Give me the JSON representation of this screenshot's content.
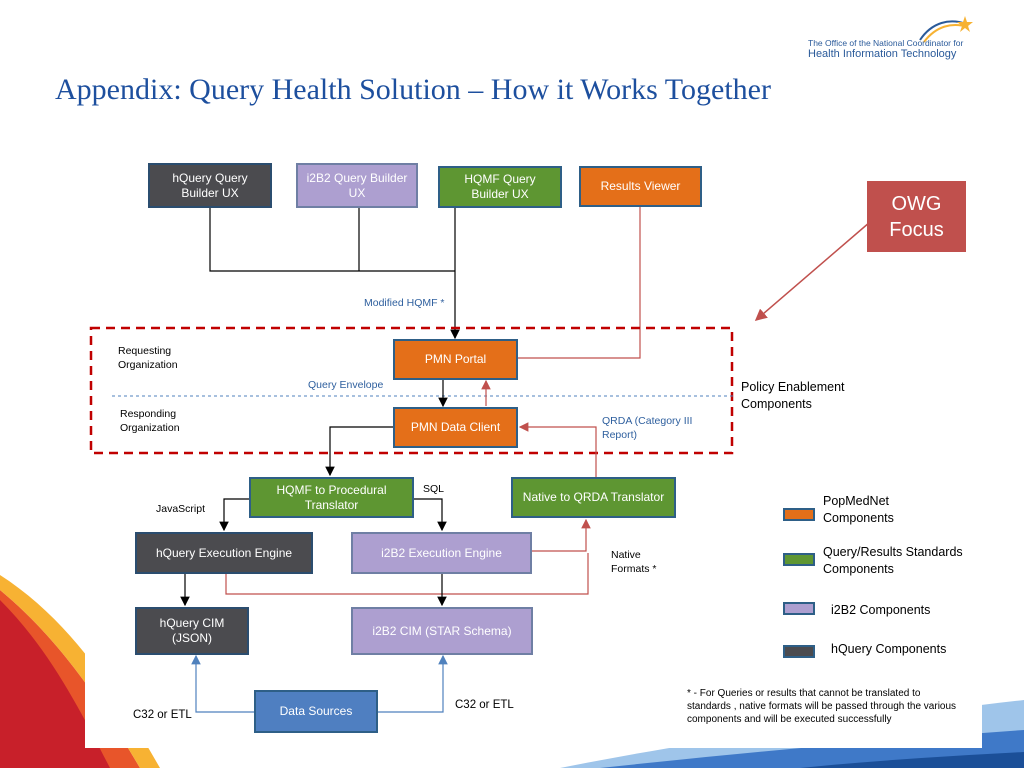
{
  "logo": {
    "line1": "The Office of the National Coordinator for",
    "line2": "Health Information Technology"
  },
  "title": "Appendix: Query Health Solution – How it Works Together",
  "nodes": {
    "hquery_builder": "hQuery Query Builder UX",
    "i2b2_builder": "i2B2 Query Builder UX",
    "hqmf_builder": "HQMF Query Builder UX",
    "results_viewer": "Results Viewer",
    "owg_focus": "OWG Focus",
    "pmn_portal": "PMN Portal",
    "pmn_data_client": "PMN Data Client",
    "hqmf_translator": "HQMF to Procedural Translator",
    "native_qrda": "Native to QRDA Translator",
    "hquery_engine": "hQuery Execution Engine",
    "i2b2_engine": "i2B2 Execution Engine",
    "hquery_cim": "hQuery CIM (JSON)",
    "i2b2_cim": "i2B2 CIM (STAR Schema)",
    "data_sources": "Data Sources"
  },
  "labels": {
    "modified_hqmf": "Modified HQMF *",
    "requesting_org": "Requesting Organization",
    "query_envelope": "Query Envelope",
    "responding_org": "Responding Organization",
    "policy_enablement": "Policy Enablement Components",
    "qrda_report": "QRDA (Category III Report)",
    "javascript": "JavaScript",
    "sql": "SQL",
    "native_formats": "Native Formats *",
    "c32_left": "C32 or ETL",
    "c32_right": "C32 or ETL"
  },
  "legend": [
    {
      "label": "PopMedNet Components",
      "color": "#e46f19"
    },
    {
      "label": "Query/Results Standards Components",
      "color": "#5e9632"
    },
    {
      "label": "i2B2 Components",
      "color": "#ad9fd0"
    },
    {
      "label": "hQuery Components",
      "color": "#4b4b4f"
    }
  ],
  "footnote": "* - For Queries or results that cannot be translated to standards , native formats will be passed through the various components and will be executed successfully",
  "colors": {
    "title": "#1d4f9e",
    "dashed_border": "#c00000",
    "return_arrow": "#c0504d"
  }
}
